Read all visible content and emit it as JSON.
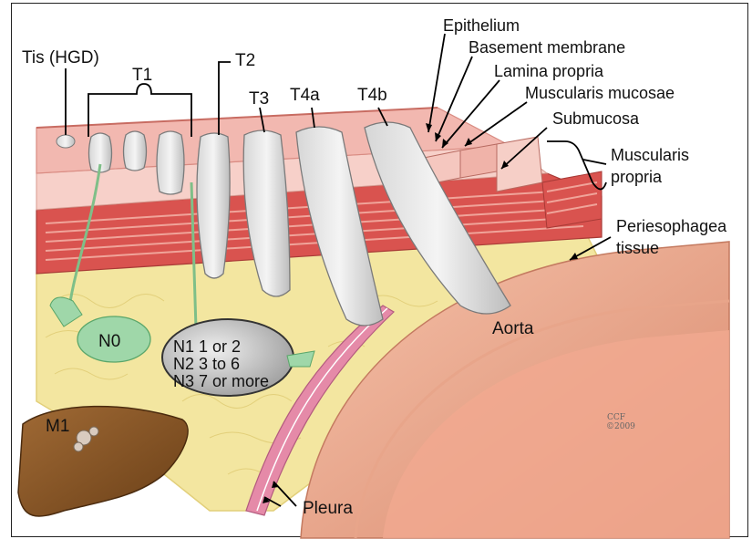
{
  "labels": {
    "tis": "Tis (HGD)",
    "t1": "T1",
    "t2": "T2",
    "t3": "T3",
    "t4a": "T4a",
    "t4b": "T4b",
    "epithelium": "Epithelium",
    "basement_membrane": "Basement membrane",
    "lamina_propria": "Lamina propria",
    "muscularis_mucosae": "Muscularis mucosae",
    "submucosa": "Submucosa",
    "muscularis_propria_1": "Muscularis",
    "muscularis_propria_2": "propria",
    "periesophageal_1": "Periesophagea",
    "periesophageal_2": "tissue",
    "n0": "N0",
    "n1": "N1 1 or 2",
    "n2": "N2 3 to 6",
    "n3": "N3 7 or more",
    "aorta": "Aorta",
    "m1": "M1",
    "pleura": "Pleura",
    "credit_1": "CCF",
    "credit_2": "©2009"
  },
  "colors": {
    "mucosa": "#f2b8b0",
    "mucosa_dark": "#e39a92",
    "muscle": "#d9534f",
    "muscle_light": "#f0a49a",
    "fat": "#f3e6a0",
    "fat_line": "#e2cf7a",
    "tumor": "#e8e8e8",
    "tumor_edge": "#7a7a7a",
    "node_green": "#9fd7a9",
    "node_grey": "#c9c9c9",
    "aorta": "#f3b39c",
    "aorta_dark": "#d98a6e",
    "liver": "#8c5a2b",
    "pleura": "#e58aa8"
  }
}
